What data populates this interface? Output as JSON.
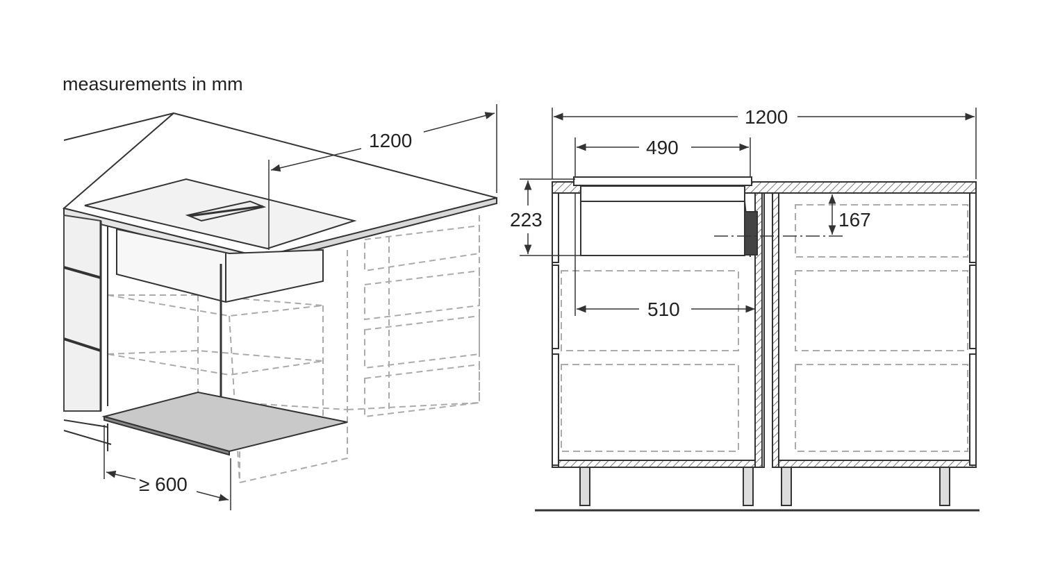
{
  "caption": "measurements in mm",
  "dimensions": {
    "iso_width": "1200",
    "iso_clearance": "≥ 600",
    "front_width": "1200",
    "hob_width": "490",
    "depth_223": "223",
    "depth_167": "167",
    "cabinet_inner": "510"
  }
}
